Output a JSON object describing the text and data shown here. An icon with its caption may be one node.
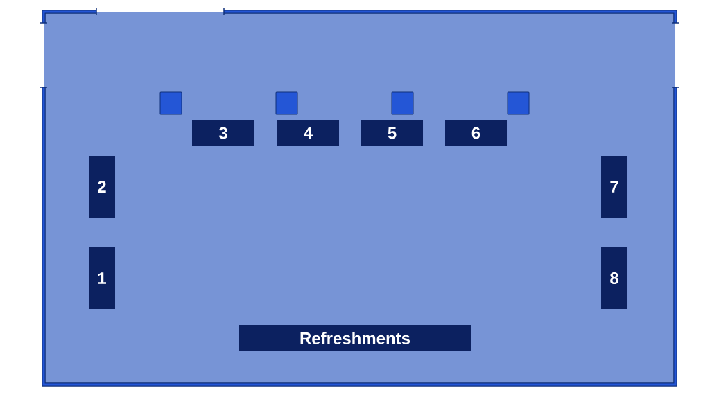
{
  "diagram": {
    "nodes": [
      {
        "text": [],
        "shape": "box"
      },
      {
        "text": [],
        "shape": "box"
      },
      {
        "text": [],
        "shape": "box"
      },
      {
        "text": [],
        "shape": "box"
      },
      {
        "text": [
          "3"
        ]
      },
      {
        "text": [
          "4"
        ]
      },
      {
        "text": [
          "5"
        ]
      },
      {
        "text": [
          "6"
        ]
      },
      {
        "text": [
          "2"
        ]
      },
      {
        "text": [
          "7"
        ]
      },
      {
        "text": [
          "1"
        ]
      },
      {
        "text": [
          "8"
        ]
      },
      {
        "text": [
          "Refreshments"
        ]
      }
    ]
  }
}
